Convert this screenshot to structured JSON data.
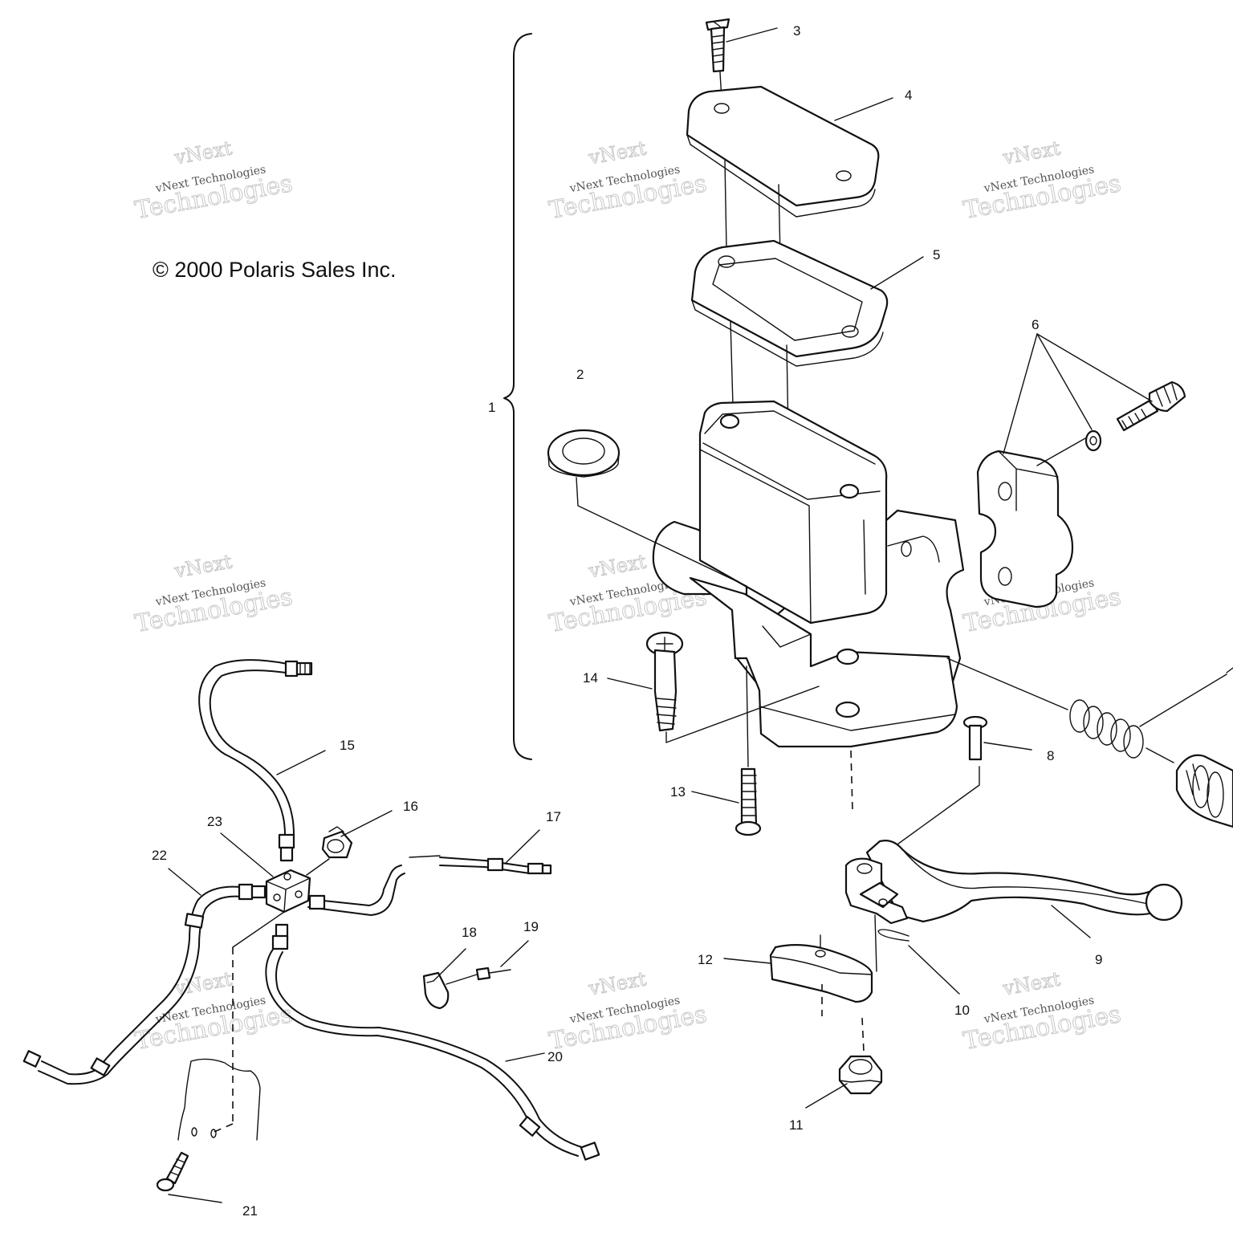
{
  "copyright": "© 2000 Polaris Sales Inc.",
  "watermark": {
    "line1": "vNext",
    "line2": "vNext Technologies",
    "line3": "Technologies"
  },
  "callouts": [
    "1",
    "2",
    "3",
    "4",
    "5",
    "6",
    "8",
    "9",
    "10",
    "11",
    "12",
    "13",
    "14",
    "15",
    "16",
    "17",
    "18",
    "19",
    "20",
    "21",
    "22",
    "23"
  ]
}
